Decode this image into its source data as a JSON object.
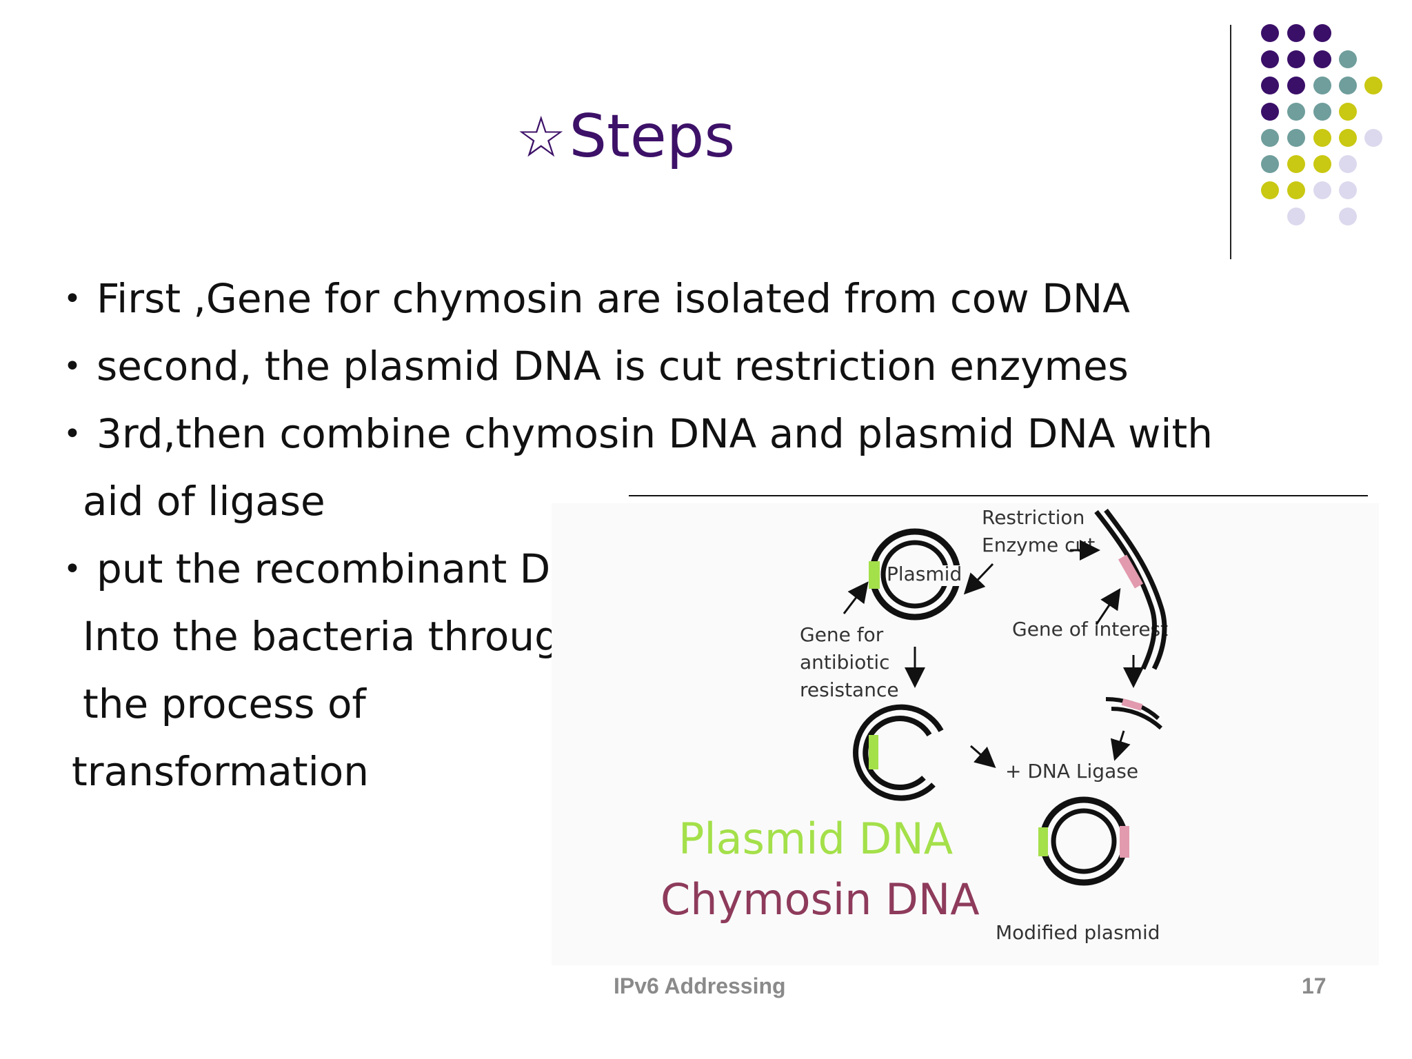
{
  "slide": {
    "title_icon": "star-outline-icon",
    "title": "Steps",
    "title_color": "#3d1168",
    "bullets": [
      {
        "lines": [
          "First ,Gene for chymosin are isolated from cow DNA"
        ]
      },
      {
        "lines": [
          "second, the plasmid DNA is cut restriction enzymes"
        ]
      },
      {
        "lines": [
          "3rd,then combine chymosin DNA and plasmid DNA with",
          "aid of ligase"
        ]
      },
      {
        "lines": [
          "put the recombinant DNA",
          "Into the bacteria through",
          "the process of",
          "transformation"
        ]
      }
    ],
    "diagram": {
      "restriction_label": [
        "Restriction",
        "Enzyme cut"
      ],
      "plasmid_label": "Plasmid",
      "gene_resistance_label": [
        "Gene for",
        "antibiotic",
        "resistance"
      ],
      "gene_interest_label": "Gene of interest",
      "ligase_label": "+ DNA Ligase",
      "modified_label": "Modified plasmid",
      "legend_plasmid": "Plasmid DNA",
      "legend_chymosin": "Chymosin DNA",
      "color_plasmid": "#a4e04a",
      "color_chymosin": "#e29aae"
    },
    "footer": {
      "center": "IPv6 Addressing",
      "page_number": "17"
    },
    "decor_colors": {
      "purple": "#3a0f68",
      "teal": "#6f9e9c",
      "yellow": "#c9c812",
      "lavender": "#dcd9ee"
    }
  }
}
